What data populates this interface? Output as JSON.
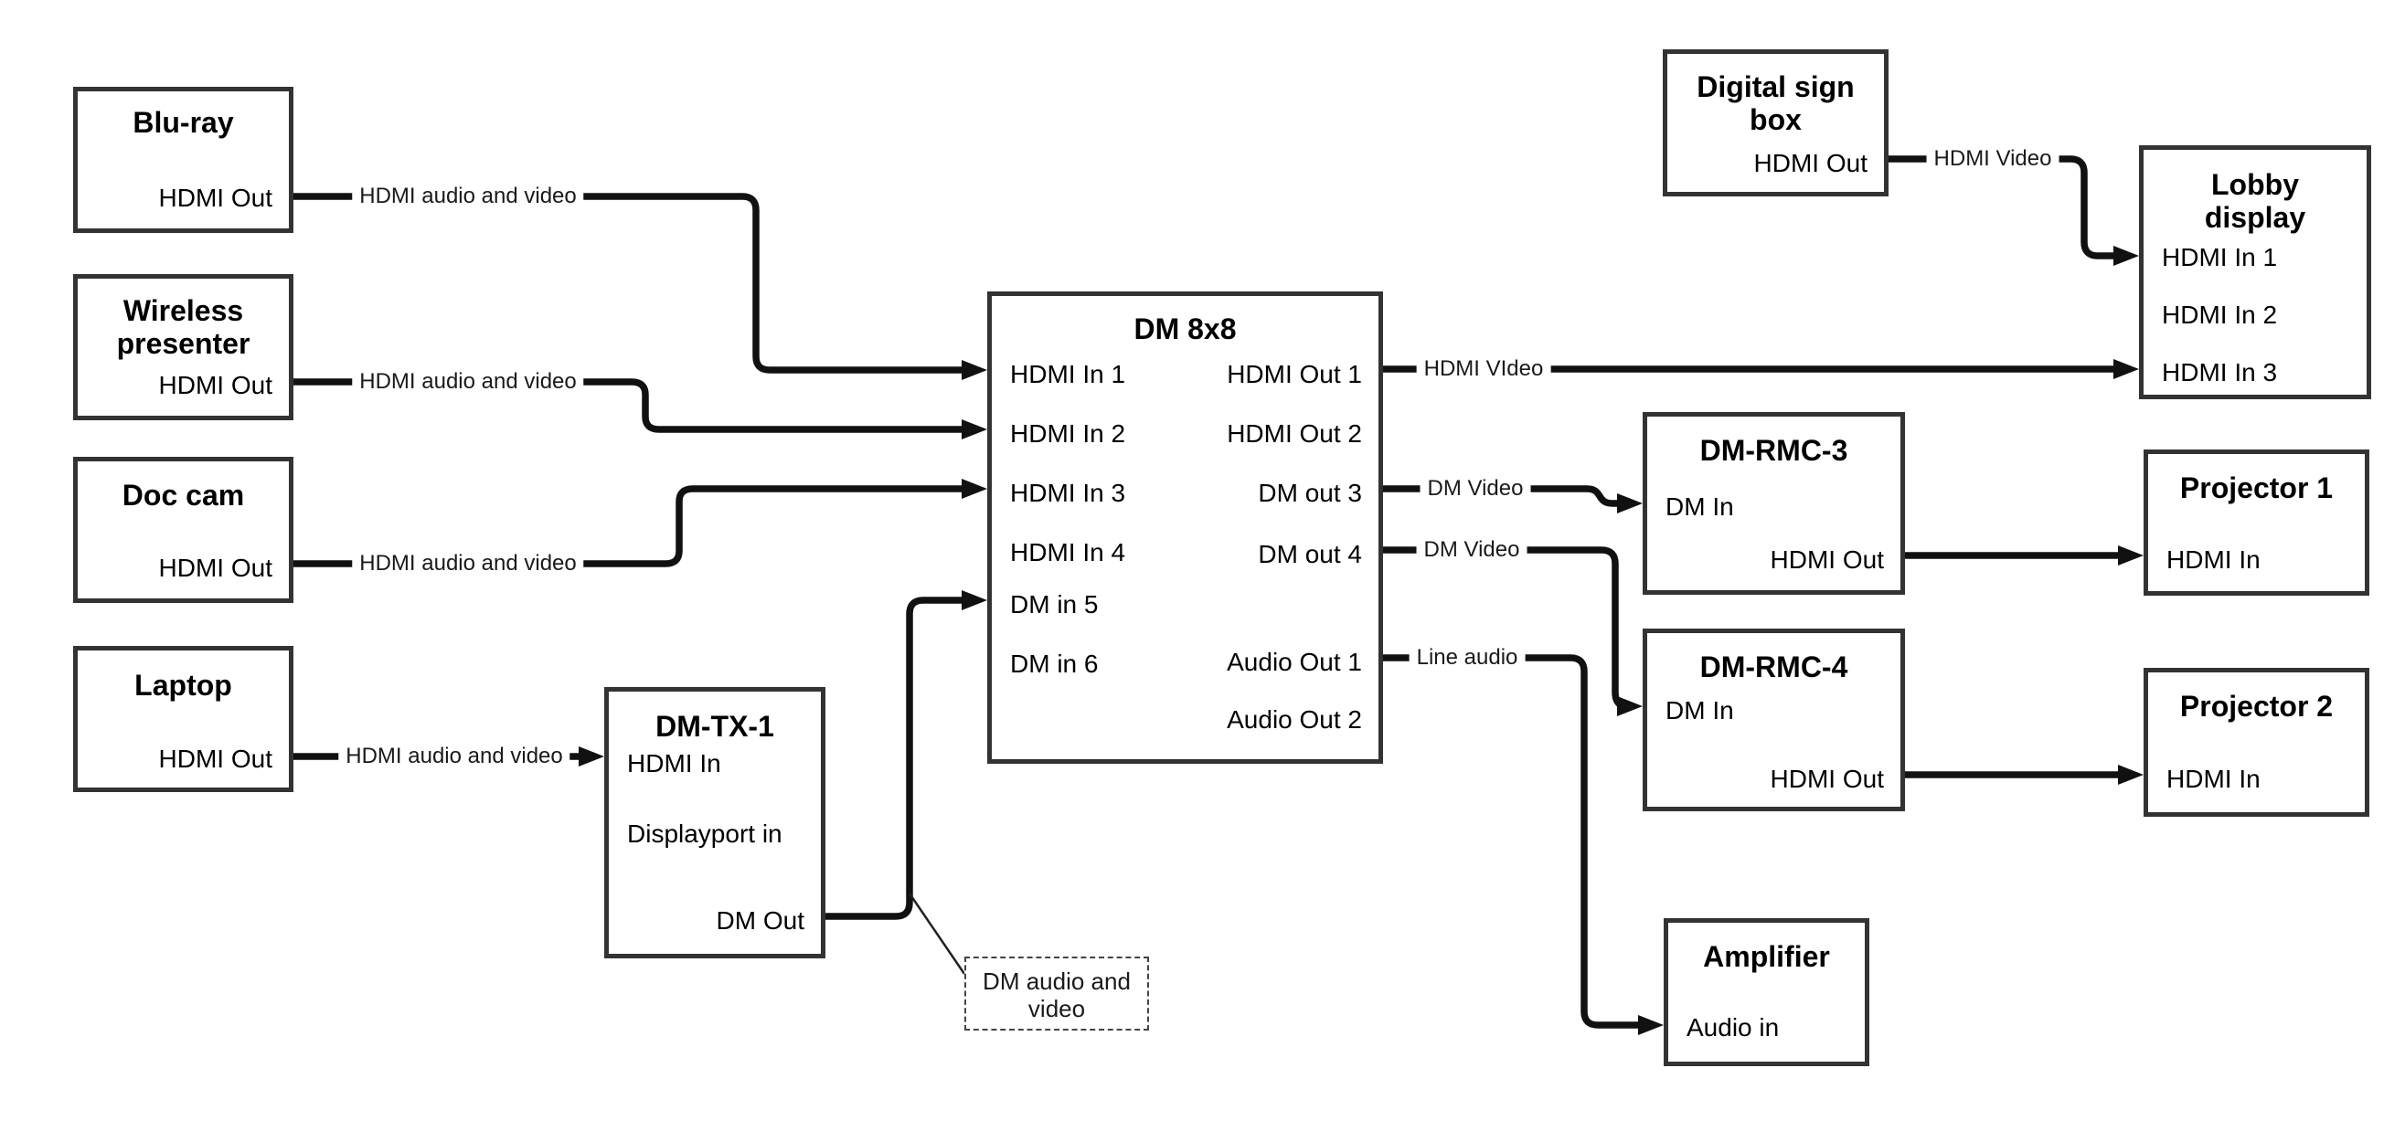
{
  "colors": {
    "background": "#ffffff",
    "wire": "#111111",
    "box_border": "#333333",
    "text": "#000000"
  },
  "nodes": {
    "bluray": {
      "title": "Blu-ray",
      "port_hdmi_out": "HDMI Out"
    },
    "wireless_presenter": {
      "title_line1": "Wireless",
      "title_line2": "presenter",
      "port_hdmi_out": "HDMI Out"
    },
    "doc_cam": {
      "title": "Doc cam",
      "port_hdmi_out": "HDMI Out"
    },
    "laptop": {
      "title": "Laptop",
      "port_hdmi_out": "HDMI Out"
    },
    "dm_tx_1": {
      "title": "DM-TX-1",
      "port_hdmi_in": "HDMI In",
      "port_displayport_in": "Displayport in",
      "port_dm_out": "DM Out"
    },
    "dm_8x8": {
      "title": "DM 8x8",
      "port_hdmi_in_1": "HDMI In 1",
      "port_hdmi_in_2": "HDMI In 2",
      "port_hdmi_in_3": "HDMI In 3",
      "port_hdmi_in_4": "HDMI In 4",
      "port_dm_in_5": "DM in 5",
      "port_dm_in_6": "DM in 6",
      "port_hdmi_out_1": "HDMI Out 1",
      "port_hdmi_out_2": "HDMI Out 2",
      "port_dm_out_3": "DM out 3",
      "port_dm_out_4": "DM out 4",
      "port_audio_out_1": "Audio Out 1",
      "port_audio_out_2": "Audio Out 2"
    },
    "digital_sign_box": {
      "title_line1": "Digital sign",
      "title_line2": "box",
      "port_hdmi_out": "HDMI Out"
    },
    "lobby_display": {
      "title_line1": "Lobby",
      "title_line2": "display",
      "port_hdmi_in_1": "HDMI In 1",
      "port_hdmi_in_2": "HDMI In 2",
      "port_hdmi_in_3": "HDMI In 3"
    },
    "dm_rmc_3": {
      "title": "DM-RMC-3",
      "port_dm_in": "DM In",
      "port_hdmi_out": "HDMI Out"
    },
    "projector_1": {
      "title": "Projector 1",
      "port_hdmi_in": "HDMI In"
    },
    "dm_rmc_4": {
      "title": "DM-RMC-4",
      "port_dm_in": "DM In",
      "port_hdmi_out": "HDMI Out"
    },
    "projector_2": {
      "title": "Projector 2",
      "port_hdmi_in": "HDMI In"
    },
    "amplifier": {
      "title": "Amplifier",
      "port_audio_in": "Audio in"
    }
  },
  "wire_labels": {
    "bluray_to_dm8x8": "HDMI audio and video",
    "wireless_to_dm8x8": "HDMI audio and video",
    "doccam_to_dm8x8": "HDMI audio and video",
    "laptop_to_dmtx1": "HDMI audio and video",
    "digitalsign_to_lobby": "HDMI Video",
    "hdmiout1_to_lobby": "HDMI VIdeo",
    "dmout3_to_rmc3": "DM Video",
    "dmout4_to_rmc4": "DM Video",
    "audioout1_to_amp": "Line audio"
  },
  "callout": {
    "line1": "DM audio and",
    "line2": "video"
  }
}
